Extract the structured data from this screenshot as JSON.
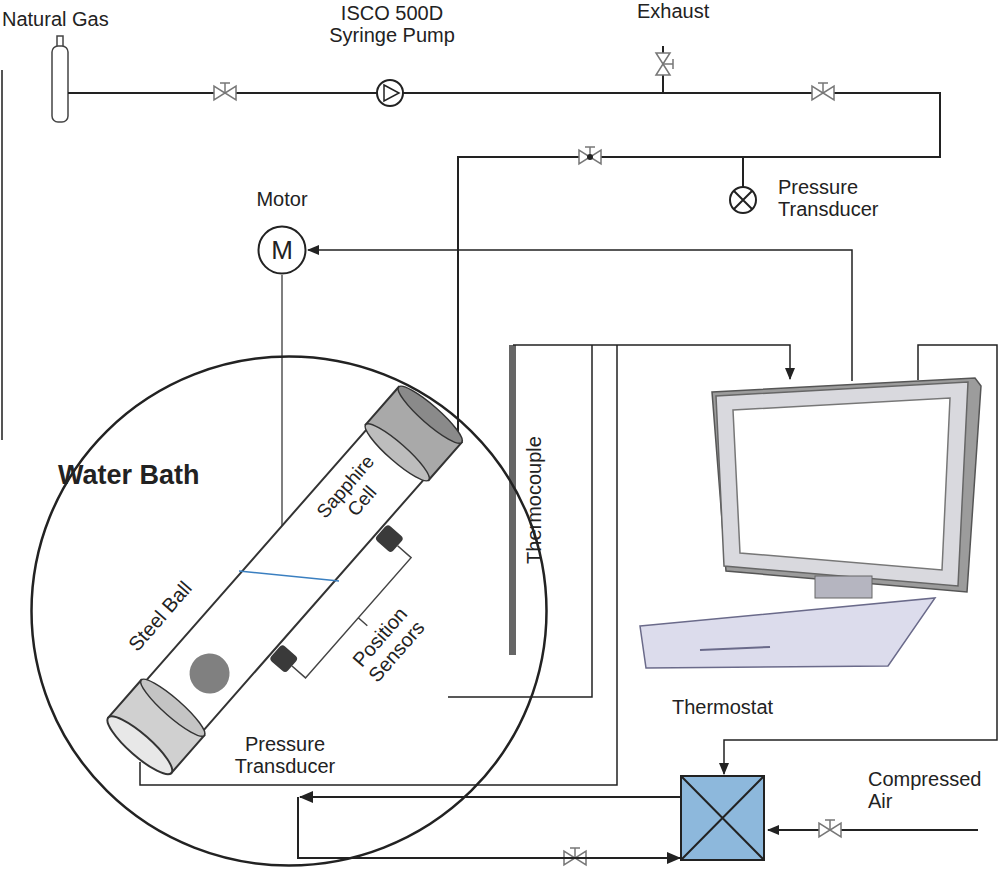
{
  "diagram": {
    "nodes": [
      {
        "text": [
          "Water Bath"
        ]
      },
      {
        "text": [
          "Motor",
          "M"
        ]
      },
      {
        "text": [
          "Thermostat"
        ]
      }
    ],
    "edges": [
      {
        "from": 2,
        "to": 0,
        "arrow": "to"
      },
      {
        "from": 0,
        "to": 2,
        "arrow": "to"
      }
    ],
    "labels": [
      "Natural Gas",
      "ISCO 500D Syringe Pump",
      "Exhaust",
      "Pressure Transducer",
      "Sapphire Cell",
      "Steel Ball",
      "Thermocouple",
      "Position Sensors",
      "Pressure Transducer",
      "Compressed Air"
    ]
  }
}
